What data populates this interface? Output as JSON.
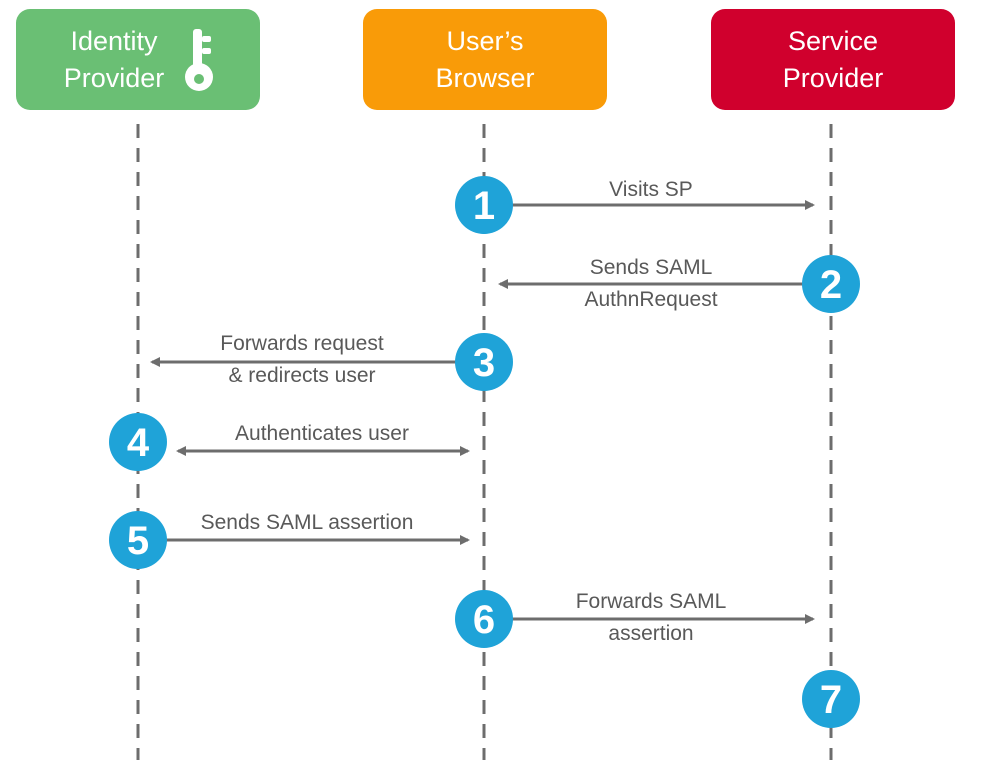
{
  "actors": {
    "idp": {
      "line1": "Identity",
      "line2": "Provider",
      "color": "#6abf74",
      "icon": "key-icon"
    },
    "browser": {
      "line1": "User’s",
      "line2": "Browser",
      "color": "#f99b08"
    },
    "sp": {
      "line1": "Service",
      "line2": "Provider",
      "color": "#d0002d"
    }
  },
  "colors": {
    "step_circle": "#1fa3d8",
    "arrow": "#6d6d6d",
    "lifeline": "#6d6d6d",
    "text": "#595959"
  },
  "steps": [
    {
      "number": "1",
      "lines": [
        "Visits SP"
      ]
    },
    {
      "number": "2",
      "lines": [
        "Sends SAML",
        "AuthnRequest"
      ]
    },
    {
      "number": "3",
      "lines": [
        "Forwards request",
        "& redirects user"
      ]
    },
    {
      "number": "4",
      "lines": [
        "Authenticates user"
      ]
    },
    {
      "number": "5",
      "lines": [
        "Sends SAML assertion"
      ]
    },
    {
      "number": "6",
      "lines": [
        "Forwards SAML",
        "assertion"
      ]
    },
    {
      "number": "7",
      "lines": []
    }
  ]
}
